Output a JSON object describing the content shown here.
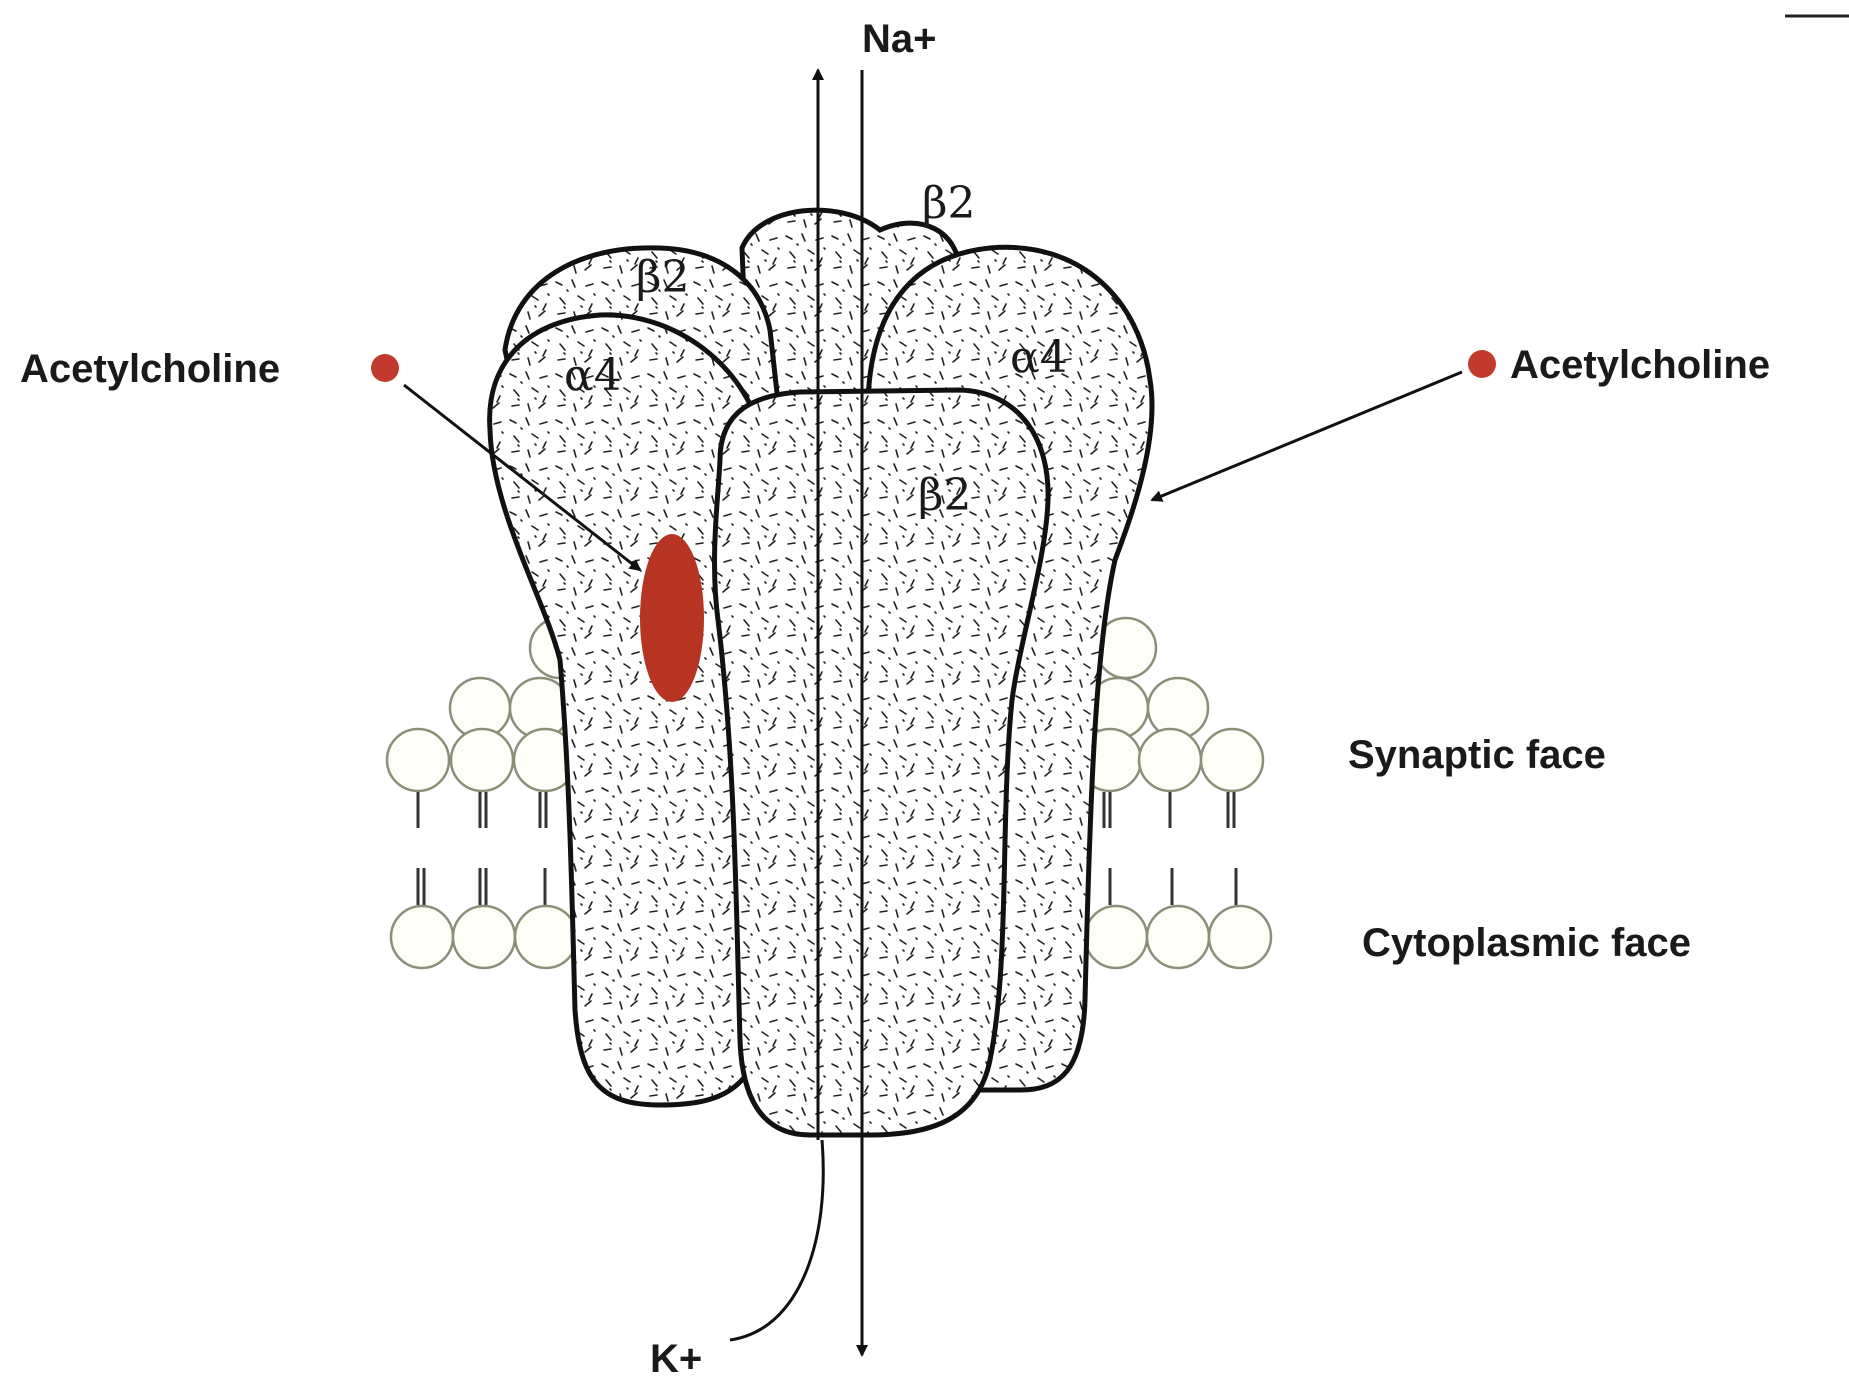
{
  "labels": {
    "na": "Na+",
    "k": "K+",
    "synaptic": "Synaptic face",
    "cytoplasmic": "Cytoplasmic face",
    "ach_left": "Acetylcholine",
    "ach_right": "Acetylcholine"
  },
  "subunits": {
    "beta_top": "β2",
    "beta_left": "β2",
    "alpha_left": "α4",
    "alpha_right": "α4",
    "beta_front": "β2"
  },
  "colors": {
    "ligand": "#c23a2e",
    "binding_site": "#b83422",
    "outline": "#111111",
    "lipid_head": "#fdfef5"
  }
}
